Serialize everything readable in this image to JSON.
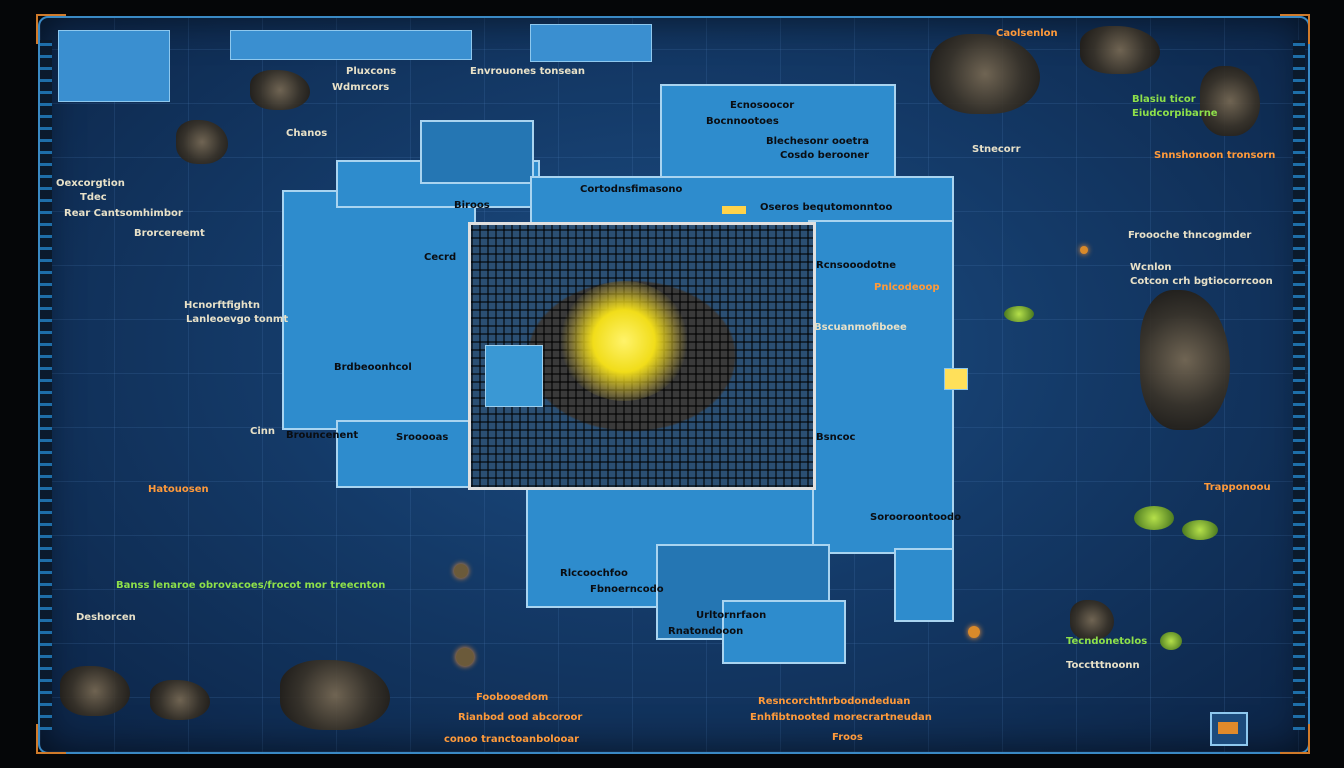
{
  "title": "Strategy map overview",
  "labels": {
    "top_center": "Envrouones tonsean",
    "top_left_1": "Pluxcons",
    "top_left_2": "Wdmrcors",
    "left_1": "Chanos",
    "left_2": "Oexcorgtion",
    "left_3": "Tdec",
    "left_4": "Rear Cantsomhimbor",
    "left_5": "Brorcereemt",
    "left_mid_1": "Hcnorftfightn",
    "left_mid_2": "Lanleoevgo tonmt",
    "left_low_1": "Cinn",
    "left_low_2": "Hatouosen",
    "left_bottom_green": "Banss lenaroe obrovacoes/frocot mor treecnton",
    "left_bottom_2": "Deshorcen",
    "bottom_center_1": "Foobooedom",
    "bottom_center_2": "Rianbod ood abcoroor",
    "bottom_center_3": "conoo tranctoanbolooar",
    "bottom_right_1": "Resncorchthrbodondeduan",
    "bottom_right_2": "Enhfibtnooted morecrartneudan",
    "bottom_right_3": "Froos",
    "right_1": "Stnecorr",
    "right_2": "Froooche thncogmder",
    "right_3": "Wcnlon",
    "right_4": "Cotcon crh bgtiocorrcoon",
    "right_5": "Trapponoou",
    "right_green_1": "Blasiu ticor",
    "right_green_2": "Eiudcorpibarne",
    "right_orange": "Snnshonoon tronsorn",
    "right_low_1": "Tecndonetolos",
    "right_low_2": "Tocctttnoonn",
    "top_right_1": "Caolsenlon",
    "panel_1": "Ecnosoocor",
    "panel_2": "Bocnnootoes",
    "panel_3": "Blechesonr ooetra",
    "panel_4": "Cosdo berooner",
    "panel_5": "Cortodnsfimasono",
    "panel_6": "Biroos",
    "panel_7": "Oseros bequtomonntoo",
    "panel_8": "Rcnsooodotne",
    "panel_9": "Pnlcodeoop",
    "panel_10": "Bscuanmofiboee",
    "panel_11": "Brdbeoonhcol",
    "panel_12": "Cecrd",
    "panel_13": "Brouncenent",
    "panel_14": "Srooooas",
    "panel_15": "Bsncoc",
    "panel_16": "Sorooroontoodo",
    "panel_17": "Rlccoochfoo",
    "panel_18": "Fbnoerncodo",
    "panel_19": "Urltornrfaon",
    "panel_20": "Rnatondooon"
  },
  "colors": {
    "accent": "#d07a2a",
    "panel": "#2e8ccd",
    "frame": "#3a89c4",
    "highlight": "#f1dd1a"
  }
}
